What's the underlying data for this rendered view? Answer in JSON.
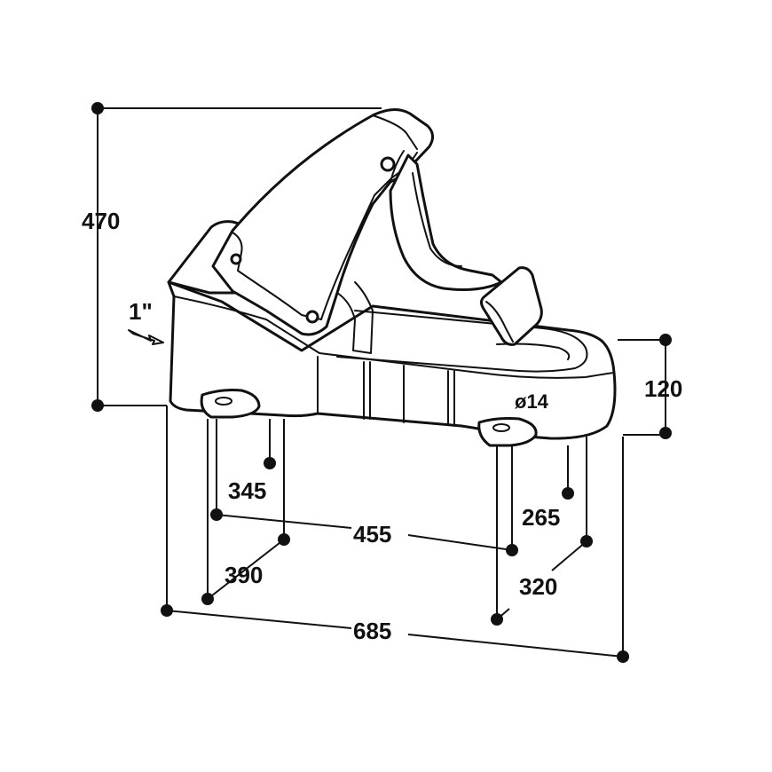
{
  "diagram": {
    "labels": {
      "height_total": "470",
      "inlet": "1\"",
      "rim_height": "120",
      "hole_diameter": "ø14",
      "d345": "345",
      "d455": "455",
      "d265": "265",
      "d390": "390",
      "d320": "320",
      "width_total": "685"
    },
    "icons": [
      "arrow-icon"
    ],
    "colors": {
      "ink": "#111111",
      "paper": "#ffffff"
    }
  }
}
